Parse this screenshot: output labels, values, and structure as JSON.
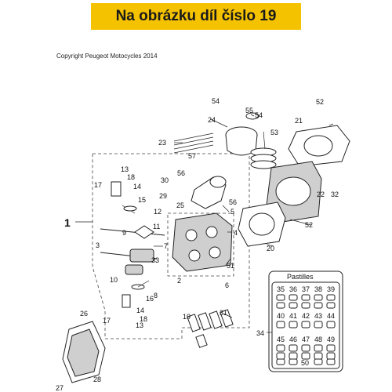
{
  "banner": {
    "text": "Na obrázku díl číslo 19",
    "color": "#f5c200"
  },
  "copyright": "Copyright Peugeot Motocycles 2014",
  "pastilles": {
    "title": "Pastilles",
    "row1": [
      "35",
      "36",
      "37",
      "38",
      "39"
    ],
    "row2": [
      "40",
      "41",
      "42",
      "43",
      "44"
    ],
    "row3": [
      "45",
      "46",
      "47",
      "48",
      "49"
    ],
    "bottom": "50"
  },
  "labels": {
    "l1": "1",
    "l2": "2",
    "l3": "3",
    "l4": "4",
    "l5": "5",
    "l6": "6",
    "l7": "7",
    "l8": "8",
    "l9": "9",
    "l10": "10",
    "l11": "11",
    "l12": "12",
    "l13a": "13",
    "l13b": "13",
    "l14a": "14",
    "l14b": "14",
    "l15": "15",
    "l16": "16",
    "l17a": "17",
    "l17b": "17",
    "l18a": "18",
    "l18b": "18",
    "l19": "19",
    "l20": "20",
    "l21": "21",
    "l22": "22",
    "l23": "23",
    "l24": "24",
    "l25": "25",
    "l26": "26",
    "l27": "27",
    "l28": "28",
    "l29": "29",
    "l30": "30",
    "l31": "31",
    "l32": "32",
    "l33": "33",
    "l34": "34",
    "l51": "51",
    "l52a": "52",
    "l52b": "52",
    "l53": "53",
    "l54a": "54",
    "l54b": "54",
    "l55": "55",
    "l56a": "56",
    "l56b": "56",
    "l57": "57"
  }
}
